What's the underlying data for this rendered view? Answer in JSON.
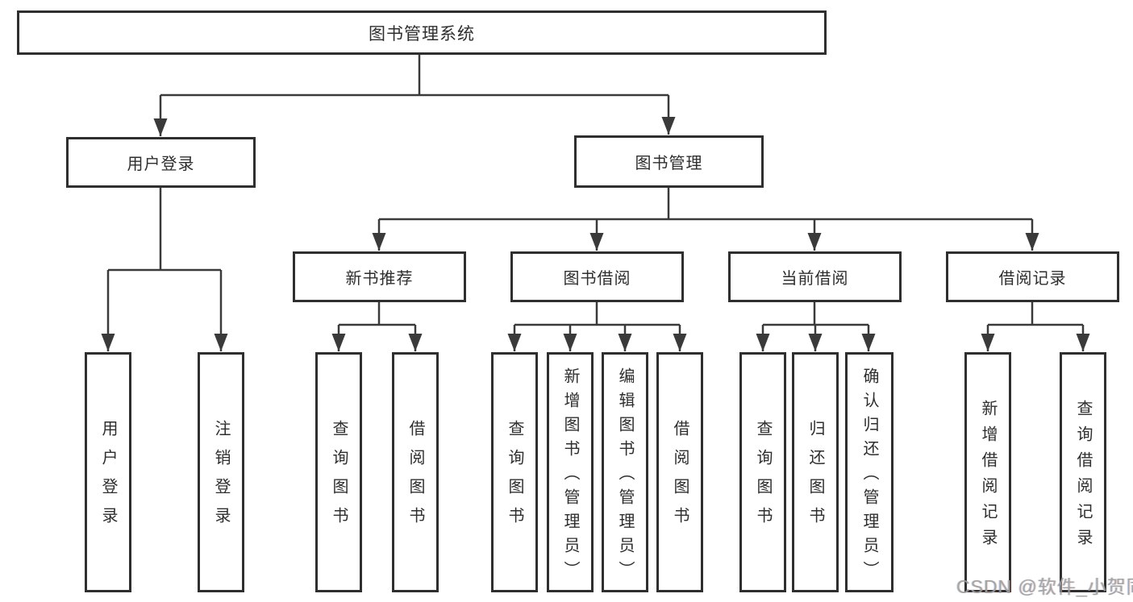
{
  "diagram": {
    "root": {
      "label": "图书管理系统"
    },
    "branches": [
      {
        "label": "用户登录",
        "leaves": [
          {
            "label": "用户登录"
          },
          {
            "label": "注销登录"
          }
        ]
      },
      {
        "label": "图书管理",
        "groups": [
          {
            "label": "新书推荐",
            "leaves": [
              {
                "label": "查询图书"
              },
              {
                "label": "借阅图书"
              }
            ]
          },
          {
            "label": "图书借阅",
            "leaves": [
              {
                "label": "查询图书"
              },
              {
                "label": "新增图书（管理员）"
              },
              {
                "label": "编辑图书（管理员）"
              },
              {
                "label": "借阅图书"
              }
            ]
          },
          {
            "label": "当前借阅",
            "leaves": [
              {
                "label": "查询图书"
              },
              {
                "label": "归还图书"
              },
              {
                "label": "确认归还（管理员）"
              }
            ]
          },
          {
            "label": "借阅记录",
            "leaves": [
              {
                "label": "新增借阅记录"
              },
              {
                "label": "查询借阅记录"
              }
            ]
          }
        ]
      }
    ]
  },
  "watermark": {
    "text": "CSDN @软件_小贺同学"
  },
  "colors": {
    "line": "#3a3a3a",
    "border": "#2f2f2f",
    "text": "#2e2e2e",
    "watermark": "#9e9e9e",
    "background": "#ffffff"
  }
}
